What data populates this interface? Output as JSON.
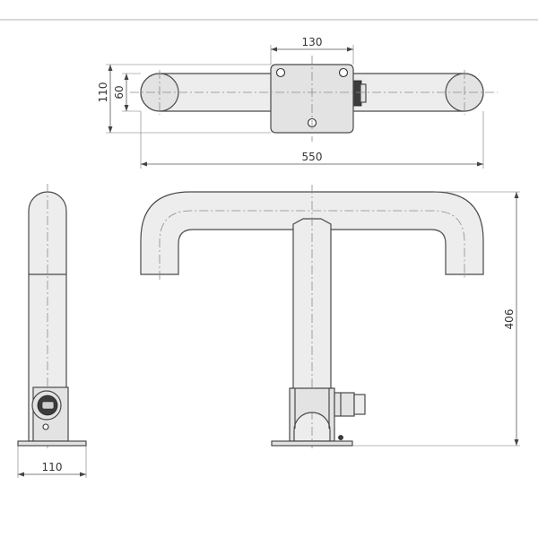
{
  "drawing": {
    "dimensions": {
      "plate_width": "130",
      "total_width": "550",
      "height_outer": "110",
      "tube_diameter": "60",
      "total_height": "406",
      "side_width": "110"
    }
  }
}
